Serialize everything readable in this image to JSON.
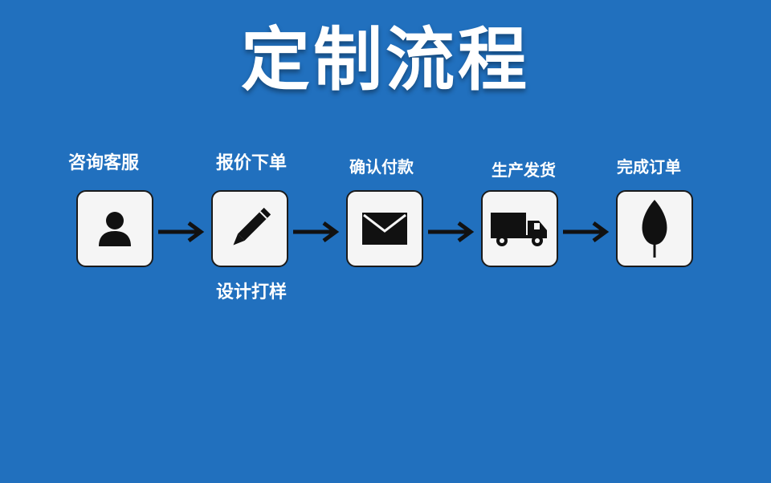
{
  "title": "定制流程",
  "steps": [
    {
      "top_label": "咨询客服",
      "icon": "person-icon"
    },
    {
      "top_label": "报价下单",
      "bottom_label": "设计打样",
      "icon": "pencil-icon"
    },
    {
      "top_label": "确认付款",
      "icon": "envelope-icon"
    },
    {
      "top_label": "生产发货",
      "icon": "truck-icon"
    },
    {
      "top_label": "完成订单",
      "icon": "leaf-icon"
    }
  ],
  "colors": {
    "background": "#2170BE",
    "box": "#f5f5f5",
    "icon": "#111111",
    "text": "#ffffff"
  }
}
